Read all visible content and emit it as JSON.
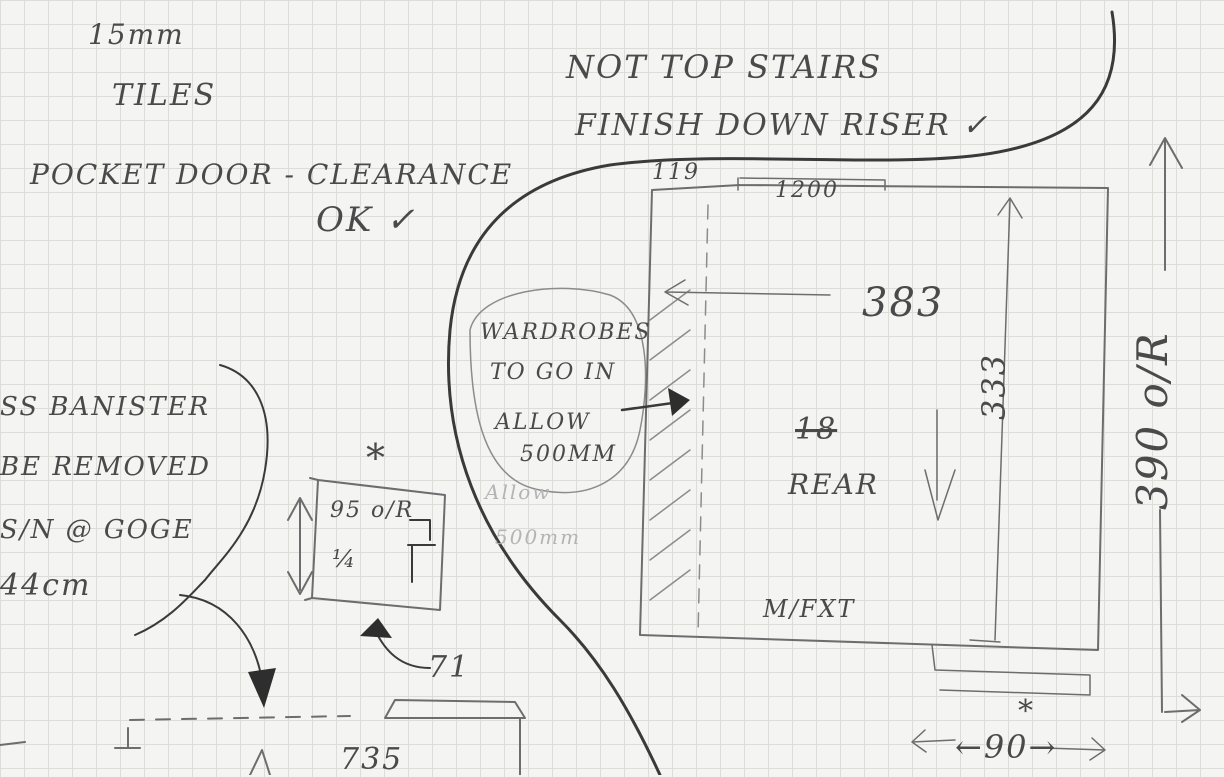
{
  "notes": {
    "tile_thickness": "15mm",
    "tiles": "TILES",
    "pocket_door_1": "POCKET DOOR - CLEARANCE",
    "pocket_door_2": "OK ✓",
    "stairs_1": "NOT TOP STAIRS",
    "stairs_2": "FINISH DOWN RISER ✓",
    "banister_1": "SS BANISTER",
    "banister_2": "BE REMOVED",
    "banister_3": "S/N @ GOGE",
    "banister_4": "44cm",
    "wardrobes_1": "WARDROBES",
    "wardrobes_2": "TO GO IN",
    "wardrobes_3": "ALLOW",
    "wardrobes_4": "500MM",
    "wardrobes_faint_1": "Allow",
    "wardrobes_faint_2": "500mm"
  },
  "room": {
    "top_left_dim": "119",
    "top_dim": "1200",
    "inner_dim": "383",
    "vertical_dim": "333",
    "overall_dim": "390 o/R",
    "bottom_dim": "←90→",
    "asterisk": "*",
    "floor_label": "18",
    "rear_label": "REAR",
    "fixture_label": "M/FXT"
  },
  "box": {
    "asterisk": "*",
    "line1": "95 o/R",
    "line2": "¼",
    "dim_71": "71",
    "dim_735": "735"
  }
}
